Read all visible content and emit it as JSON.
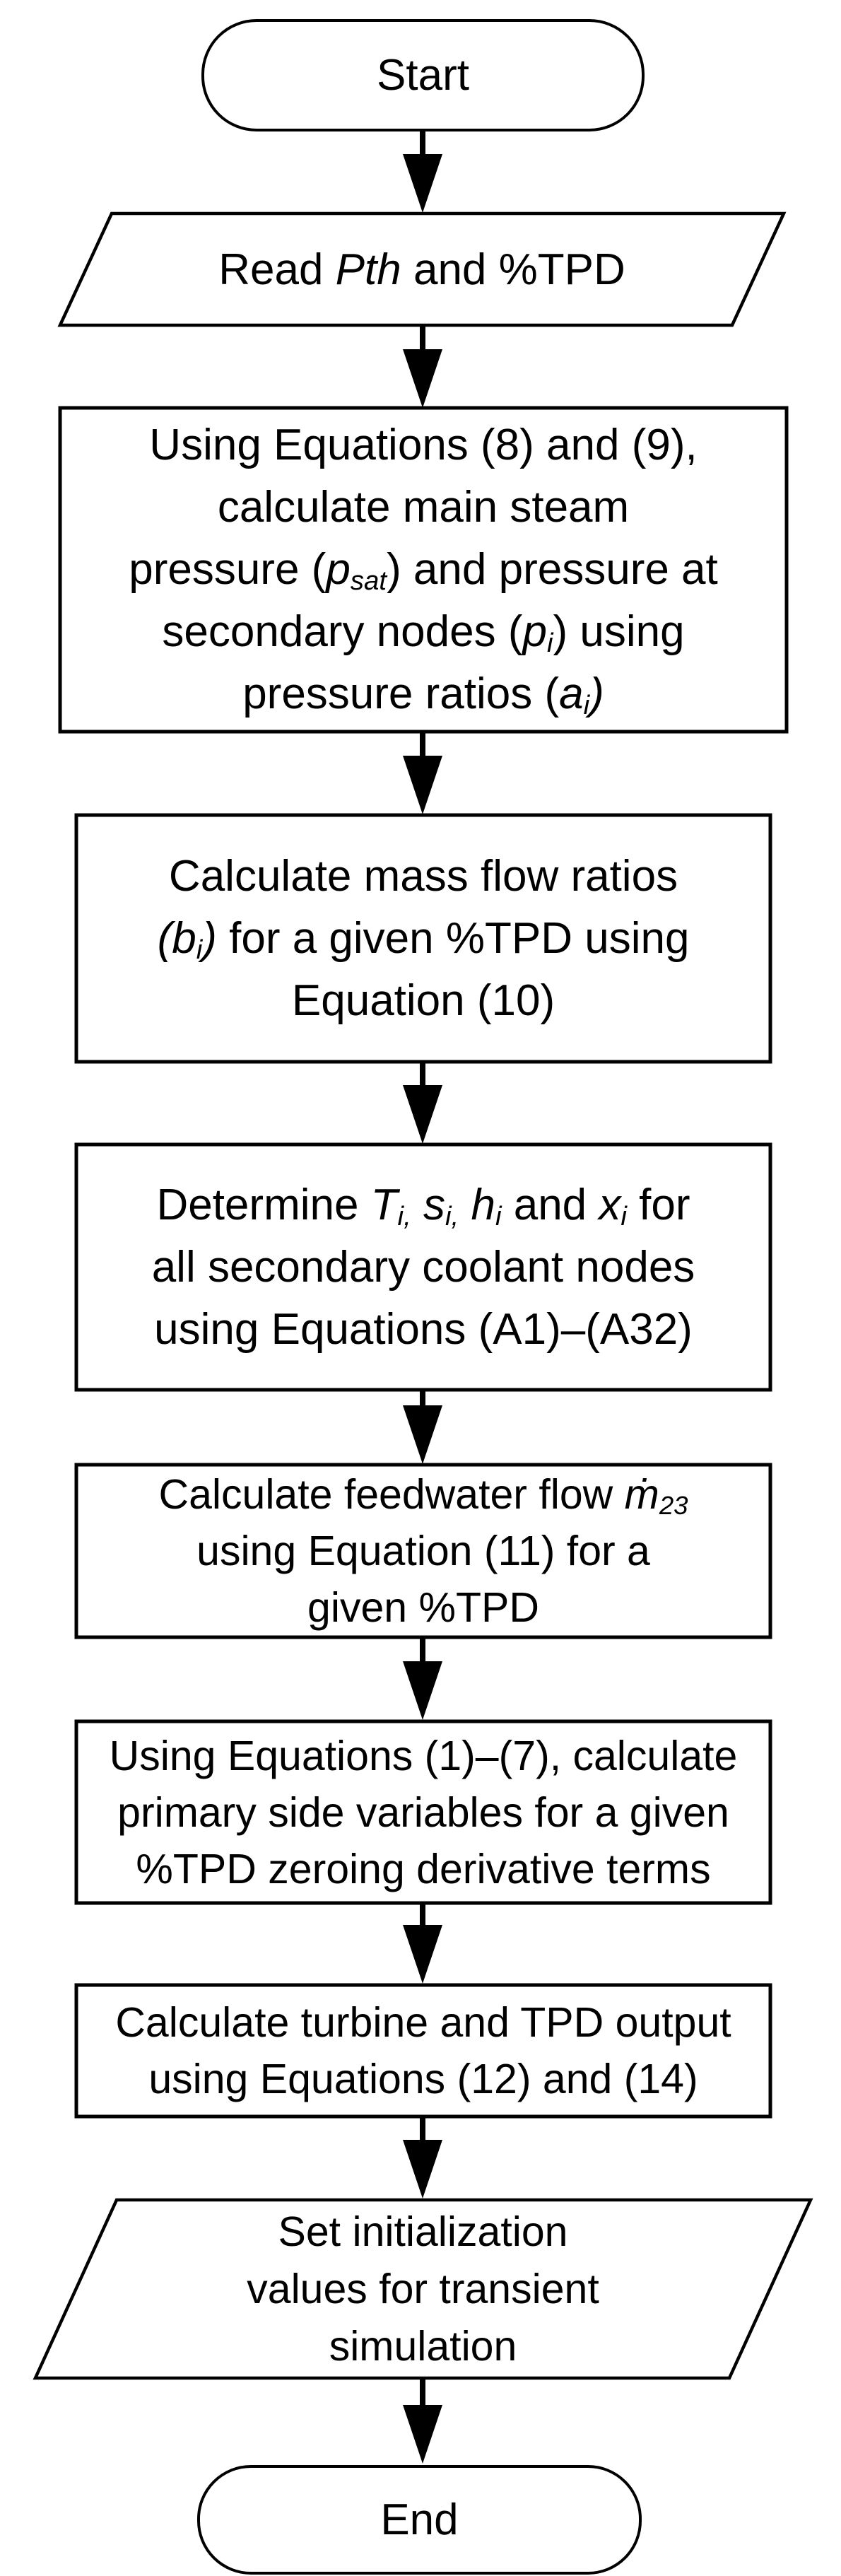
{
  "flowchart": {
    "colors": {
      "stroke": "#000000",
      "shape_fill": "#ffffff",
      "text": "#000000",
      "background": "#ffffff"
    },
    "nodes": {
      "start": {
        "shape": "terminator",
        "label": "Start"
      },
      "read_input": {
        "shape": "input-parallelogram",
        "l1": [
          "Read ",
          "Pth",
          " and %TPD"
        ]
      },
      "calc_pressures": {
        "shape": "process",
        "l1": [
          "Using Equations (8) and (9),"
        ],
        "l2": [
          "calculate main steam"
        ],
        "l3": [
          "pressure (",
          "p",
          "sat",
          ") and pressure at"
        ],
        "l4": [
          "secondary nodes (",
          "p",
          "i",
          ") using"
        ],
        "l5": [
          "pressure ratios (",
          "a",
          "i",
          ")"
        ]
      },
      "mass_flow_ratios": {
        "shape": "process",
        "l1": [
          "Calculate mass flow ratios"
        ],
        "l2": [
          "(b",
          "i",
          ")",
          " for a given %TPD using"
        ],
        "l3": [
          "Equation (10)"
        ]
      },
      "secondary_nodes": {
        "shape": "process",
        "l1": [
          "Determine ",
          "T",
          "i,",
          " ",
          "s",
          "i,",
          " ",
          "h",
          "i",
          " and ",
          "x",
          "i",
          " for"
        ],
        "l2": [
          "all secondary coolant nodes"
        ],
        "l3": [
          "using Equations (A1)–(A32)"
        ]
      },
      "feedwater_flow": {
        "shape": "process",
        "l1": [
          "Calculate feedwater flow ",
          "ṁ",
          "23"
        ],
        "l2": [
          "using Equation (11) for a"
        ],
        "l3": [
          "given %TPD"
        ]
      },
      "primary_side": {
        "shape": "process",
        "l1": [
          "Using Equations (1)–(7), calculate"
        ],
        "l2": [
          "primary side variables for a given"
        ],
        "l3": [
          "%TPD zeroing derivative terms"
        ]
      },
      "turbine_output": {
        "shape": "process",
        "l1": [
          "Calculate turbine and TPD output"
        ],
        "l2": [
          "using Equations (12) and (14)"
        ]
      },
      "set_initialization": {
        "shape": "output-parallelogram",
        "l1": [
          "Set initialization"
        ],
        "l2": [
          "values for transient"
        ],
        "l3": [
          "simulation"
        ]
      },
      "end": {
        "shape": "terminator",
        "label": "End"
      }
    },
    "edges": [
      {
        "from": "start",
        "to": "read_input"
      },
      {
        "from": "read_input",
        "to": "calc_pressures"
      },
      {
        "from": "calc_pressures",
        "to": "mass_flow_ratios"
      },
      {
        "from": "mass_flow_ratios",
        "to": "secondary_nodes"
      },
      {
        "from": "secondary_nodes",
        "to": "feedwater_flow"
      },
      {
        "from": "feedwater_flow",
        "to": "primary_side"
      },
      {
        "from": "primary_side",
        "to": "turbine_output"
      },
      {
        "from": "turbine_output",
        "to": "set_initialization"
      },
      {
        "from": "set_initialization",
        "to": "end"
      }
    ]
  }
}
